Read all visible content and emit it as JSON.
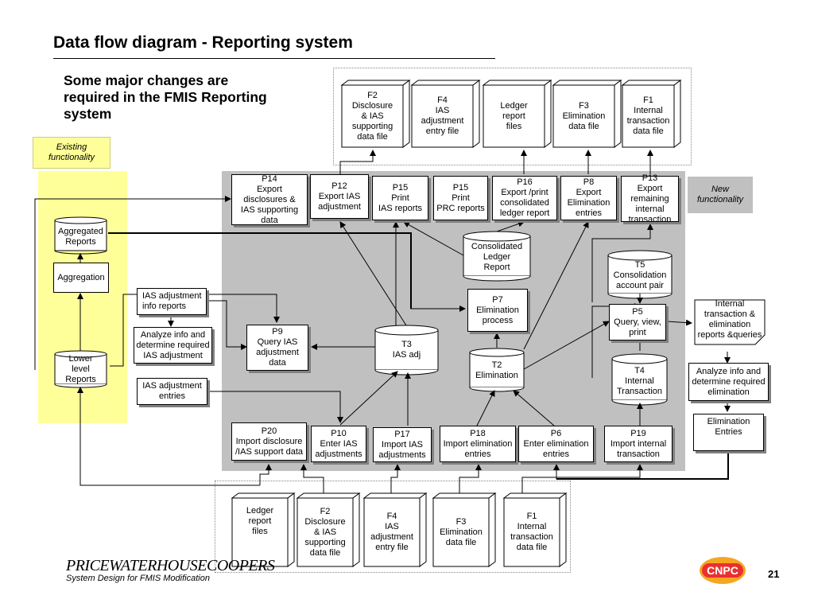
{
  "title": "Data flow diagram - Reporting system",
  "subtitle": "Some major changes are\nrequired in the FMIS Reporting\nsystem",
  "legend": {
    "existing": "Existing\nfunctionality",
    "new": "New\nfunctionality"
  },
  "colors": {
    "existing": "#ffff99",
    "new": "#c0c0c0"
  },
  "top_files": [
    {
      "text": "F2\nDisclosure\n& IAS\nsupporting\ndata file"
    },
    {
      "text": "F4\nIAS\nadjustment\nentry file"
    },
    {
      "text": "Ledger\nreport\nfiles"
    },
    {
      "text": "F3\nElimination\ndata file"
    },
    {
      "text": "F1\nInternal\ntransaction\ndata file"
    }
  ],
  "bottom_files": [
    {
      "text": "Ledger\nreport\nfiles"
    },
    {
      "text": "F2\nDisclosure\n& IAS\nsupporting\ndata file"
    },
    {
      "text": "F4\nIAS\nadjustment\nentry file"
    },
    {
      "text": "F3\nElimination\ndata file"
    },
    {
      "text": "F1\nInternal\ntransaction\ndata file"
    }
  ],
  "processes": {
    "p14": "P14\nExport\ndisclosures &\nIAS supporting\ndata",
    "p12": "P12\nExport IAS\nadjustment",
    "p15a": "P15\nPrint\nIAS reports",
    "p15b": "P15\nPrint\nPRC reports",
    "p16": "P16\nExport /print\nconsolidated\nledger report",
    "p8": "P8\nExport\nElimination\nentries",
    "p13": "P13\nExport\nremaining\ninternal\ntransaction",
    "p7": "P7\nElimination\nprocess",
    "p5": "P5\nQuery, view,\nprint",
    "p9": "P9\nQuery IAS\nadjustment\ndata",
    "p20": "P20\nImport disclosure\n/IAS support data",
    "p10": "P10\nEnter  IAS\nadjustments",
    "p17": "P17\nImport IAS\nadjustments",
    "p18": "P18\nImport elimination\nentries",
    "p6": "P6\nEnter elimination\nentries",
    "p19": "P19\nImport internal\ntransaction",
    "aggregation": "Aggregation"
  },
  "stores": {
    "aggregated": "Aggregated\nReports",
    "lower": "Lower\nlevel\nReports",
    "consolidated": "Consolidated\nLedger\nReport",
    "t5": "T5\nConsolidation\naccount pair",
    "t3": "T3\nIAS adj",
    "t2": "T2\nElimination",
    "t4": "T4\nInternal\nTransaction"
  },
  "notes": {
    "ias_info": "IAS adjustment\ninfo reports",
    "analyze_ias": "Analyze info and\ndetermine required\nIAS adjustment",
    "ias_entries": "IAS adjustment\nentries",
    "internal_reports": "Internal\ntransaction &\nelimination\nreports &queries",
    "analyze_elim": "Analyze info and\ndetermine required\nelimination",
    "elim_entries": "Elimination\nEntries"
  },
  "footer": {
    "logo": "PRICEWATERHOUSECOOPERS",
    "subtitle": "System Design for FMIS Modification",
    "page": "21",
    "badge": "CNPC"
  }
}
